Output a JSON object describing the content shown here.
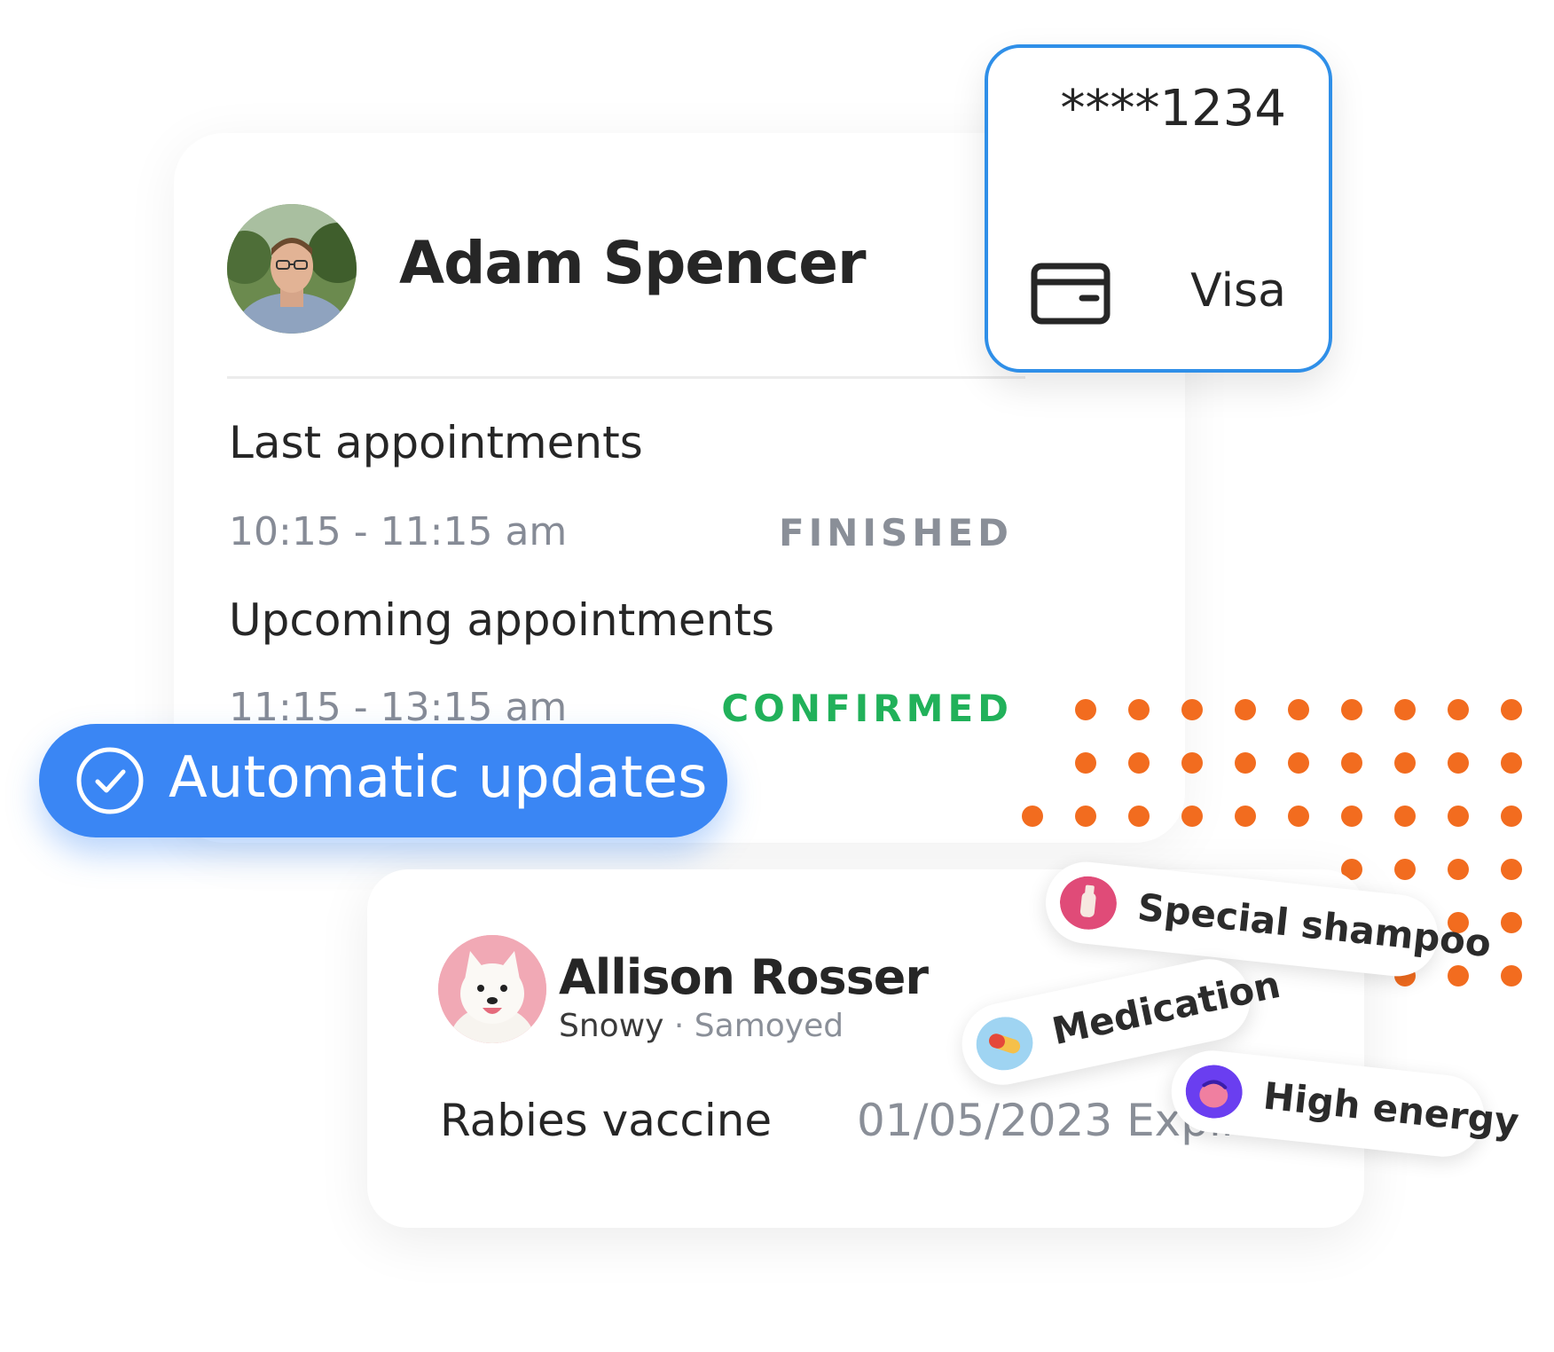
{
  "client": {
    "name": "Adam Spencer",
    "avatar_icon": "person-avatar-photo"
  },
  "payment": {
    "card_number": "****1234",
    "brand": "Visa",
    "icon": "credit-card-icon",
    "border_color": "#2f8fe8"
  },
  "appointments": {
    "last_title": "Last appointments",
    "last_time": "10:15 - 11:15 am",
    "last_status": "FINISHED",
    "last_status_color": "#8a8f98",
    "upcoming_title": "Upcoming appointments",
    "upcoming_time": "11:15 - 13:15 am",
    "upcoming_status": "CONFIRMED",
    "upcoming_status_color": "#21b15a"
  },
  "badge": {
    "label": "Automatic updates",
    "icon": "check-circle-icon",
    "color": "#3a86f4"
  },
  "pet_card": {
    "owner": "Allison Rosser",
    "pet_name": "Snowy",
    "separator": " · ",
    "breed": "Samoyed",
    "vaccine": "Rabies vaccine",
    "vaccine_status": "01/05/2023 Expired",
    "avatar_icon": "samoyed-dog-photo"
  },
  "tags": [
    {
      "label": "Special shampoo",
      "icon": "shampoo-bottle-icon",
      "color": "#e04b78"
    },
    {
      "label": "Medication",
      "icon": "pill-capsule-icon",
      "color": "#9fd4f2"
    },
    {
      "label": "High energy",
      "icon": "tongue-face-icon",
      "color": "#6a3ef0"
    }
  ],
  "decor": {
    "dot_color": "#f26c1f"
  }
}
